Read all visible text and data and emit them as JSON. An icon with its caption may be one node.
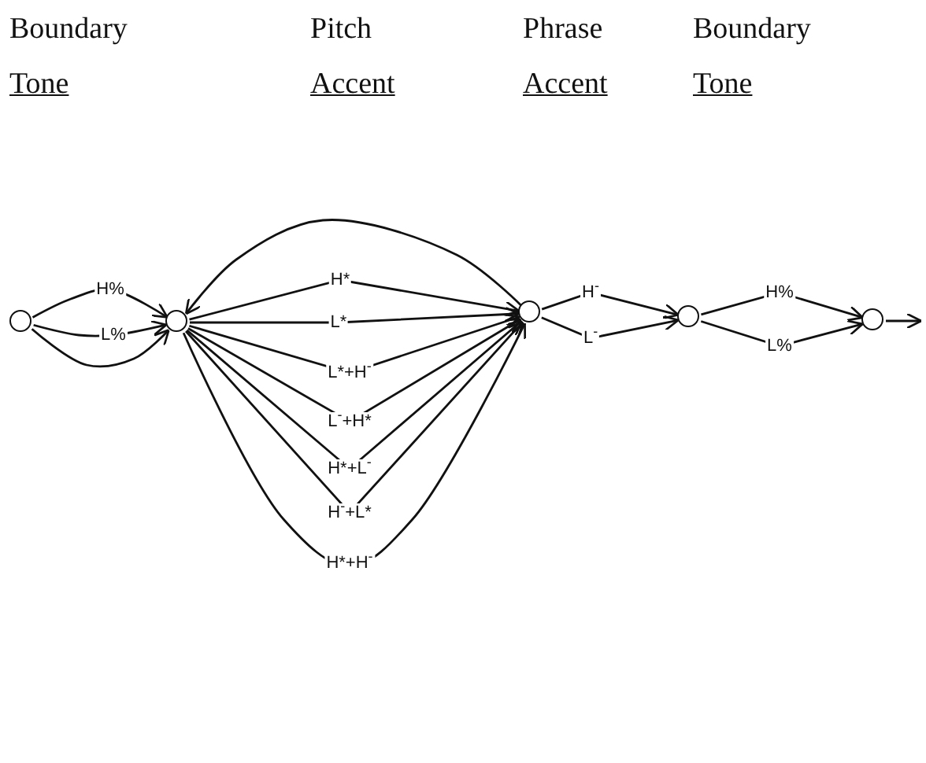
{
  "diagram": {
    "nodes": [
      {
        "text": [],
        "shape": "circle"
      },
      {
        "text": [],
        "shape": "circle"
      },
      {
        "text": [],
        "shape": "circle"
      },
      {
        "text": [],
        "shape": "circle"
      },
      {
        "text": [],
        "shape": "circle"
      }
    ],
    "edges": [
      {
        "from": 0,
        "to": 1,
        "arrow": "to",
        "label": "H%"
      },
      {
        "from": 0,
        "to": 1,
        "arrow": "to",
        "label": "L%"
      },
      {
        "from": 0,
        "to": 1,
        "arrow": "to"
      },
      {
        "from": 2,
        "to": 1,
        "arrow": "to"
      },
      {
        "from": 1,
        "to": 2,
        "arrow": "to",
        "label": "H*"
      },
      {
        "from": 1,
        "to": 2,
        "arrow": "to",
        "label": "L*"
      },
      {
        "from": 1,
        "to": 2,
        "arrow": "to",
        "label": "L*+H$^{-}$"
      },
      {
        "from": 1,
        "to": 2,
        "arrow": "to",
        "label": "L$^{-}$+H*"
      },
      {
        "from": 1,
        "to": 2,
        "arrow": "to",
        "label": "H*+L$^{-}$"
      },
      {
        "from": 1,
        "to": 2,
        "arrow": "to",
        "label": "H$^{-}$+L*"
      },
      {
        "from": 1,
        "to": 2,
        "arrow": "to",
        "label": "H*+H$^{-}$"
      },
      {
        "from": 2,
        "to": 3,
        "arrow": "to",
        "label": "H$^{-}$"
      },
      {
        "from": 2,
        "to": 3,
        "arrow": "to",
        "label": "L$^{-}$"
      },
      {
        "from": 3,
        "to": 4,
        "arrow": "to",
        "label": "H%"
      },
      {
        "from": 3,
        "to": 4,
        "arrow": "to",
        "label": "L%"
      },
      {
        "from": 4,
        "to": null,
        "arrow": "to"
      }
    ],
    "labels": [
      "Boundary",
      "Pitch",
      "Phrase",
      "Boundary",
      "Tone",
      "Accent",
      "Accent",
      "Tone"
    ]
  }
}
